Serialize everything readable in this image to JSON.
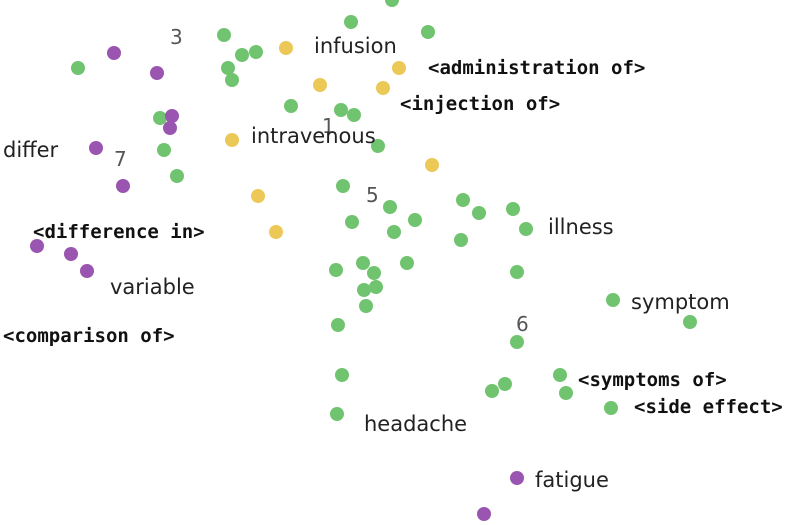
{
  "colors": {
    "green": "#71c46f",
    "purple": "#9a55b0",
    "yellow": "#ecc857"
  },
  "labels": [
    {
      "id": "lbl-3",
      "text": "3",
      "style": "num"
    },
    {
      "id": "lbl-infusion",
      "text": "infusion",
      "style": "plain"
    },
    {
      "id": "lbl-administration-of",
      "text": "<administration of>",
      "style": "bold"
    },
    {
      "id": "lbl-injection-of",
      "text": "<injection of>",
      "style": "bold"
    },
    {
      "id": "lbl-1",
      "text": "1",
      "style": "num"
    },
    {
      "id": "lbl-intravenous",
      "text": "intravenous",
      "style": "plain"
    },
    {
      "id": "lbl-differ",
      "text": "differ",
      "style": "plain"
    },
    {
      "id": "lbl-7",
      "text": "7",
      "style": "num"
    },
    {
      "id": "lbl-5",
      "text": "5",
      "style": "num"
    },
    {
      "id": "lbl-difference-in",
      "text": "<difference in>",
      "style": "bold"
    },
    {
      "id": "lbl-illness",
      "text": "illness",
      "style": "plain"
    },
    {
      "id": "lbl-variable",
      "text": "variable",
      "style": "plain"
    },
    {
      "id": "lbl-symptom",
      "text": "symptom",
      "style": "plain"
    },
    {
      "id": "lbl-comparison-of",
      "text": "<comparison of>",
      "style": "bold"
    },
    {
      "id": "lbl-6",
      "text": "6",
      "style": "num"
    },
    {
      "id": "lbl-symptoms-of",
      "text": "<symptoms of>",
      "style": "bold"
    },
    {
      "id": "lbl-side-effect",
      "text": "<side effect>",
      "style": "bold"
    },
    {
      "id": "lbl-headache",
      "text": "headache",
      "style": "plain"
    },
    {
      "id": "lbl-fatigue",
      "text": "fatigue",
      "style": "plain"
    }
  ],
  "points": [
    {
      "c": "green"
    },
    {
      "c": "green"
    },
    {
      "c": "green"
    },
    {
      "c": "green"
    },
    {
      "c": "green"
    },
    {
      "c": "green"
    },
    {
      "c": "green"
    },
    {
      "c": "green"
    },
    {
      "c": "green"
    },
    {
      "c": "green"
    },
    {
      "c": "green"
    },
    {
      "c": "green"
    },
    {
      "c": "green"
    },
    {
      "c": "green"
    },
    {
      "c": "green"
    },
    {
      "c": "green"
    },
    {
      "c": "green"
    },
    {
      "c": "green"
    },
    {
      "c": "green"
    },
    {
      "c": "green"
    },
    {
      "c": "green"
    },
    {
      "c": "green"
    },
    {
      "c": "green"
    },
    {
      "c": "green"
    },
    {
      "c": "green"
    },
    {
      "c": "green"
    },
    {
      "c": "green"
    },
    {
      "c": "green"
    },
    {
      "c": "green"
    },
    {
      "c": "green"
    },
    {
      "c": "green"
    },
    {
      "c": "green"
    },
    {
      "c": "green"
    },
    {
      "c": "green"
    },
    {
      "c": "green"
    },
    {
      "c": "green"
    },
    {
      "c": "green"
    },
    {
      "c": "green"
    },
    {
      "c": "green"
    },
    {
      "c": "green"
    },
    {
      "c": "green"
    },
    {
      "c": "green"
    },
    {
      "c": "green"
    },
    {
      "c": "green"
    },
    {
      "c": "green"
    },
    {
      "c": "purple"
    },
    {
      "c": "purple"
    },
    {
      "c": "purple"
    },
    {
      "c": "purple"
    },
    {
      "c": "purple"
    },
    {
      "c": "purple"
    },
    {
      "c": "purple"
    },
    {
      "c": "purple"
    },
    {
      "c": "purple"
    },
    {
      "c": "purple"
    },
    {
      "c": "purple"
    },
    {
      "c": "yellow"
    },
    {
      "c": "yellow"
    },
    {
      "c": "yellow"
    },
    {
      "c": "yellow"
    },
    {
      "c": "yellow"
    },
    {
      "c": "yellow"
    },
    {
      "c": "yellow"
    },
    {
      "c": "yellow"
    }
  ]
}
